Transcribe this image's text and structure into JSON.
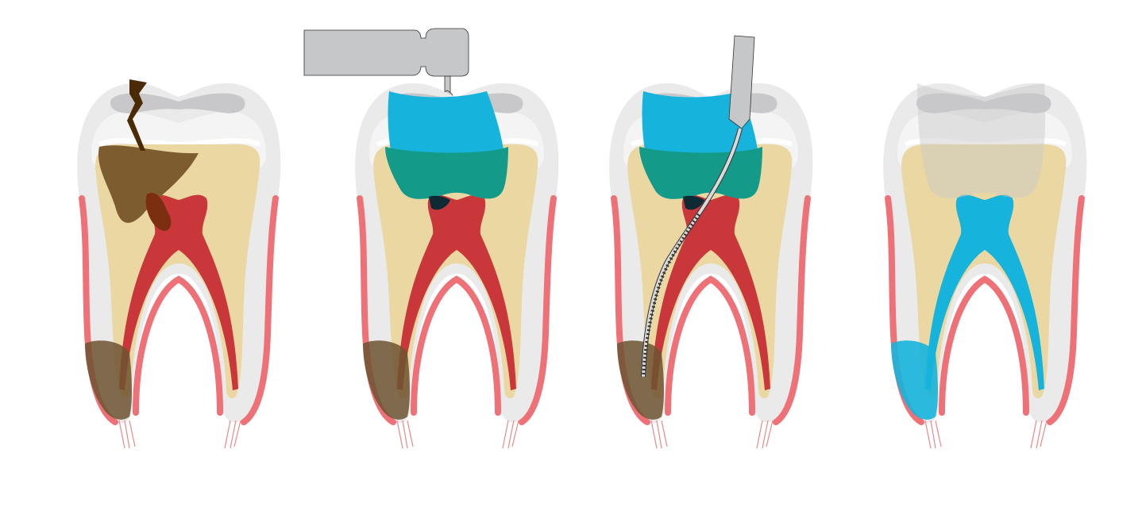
{
  "diagram": {
    "steps": [
      {
        "id": "decayed-tooth"
      },
      {
        "id": "drilling-cavity"
      },
      {
        "id": "cleaning-canal"
      },
      {
        "id": "filled-tooth"
      }
    ],
    "colors": {
      "enamel": "#eaeaea",
      "crown_inner": "#f4f4f4",
      "groove": "#c8c8ca",
      "dentin": "#ead7a1",
      "pulp": "#c9373a",
      "gum": "#ee7177",
      "decay": "#7d5c30",
      "crack": "#4b2a06",
      "filling_blue": "#16b4dc",
      "filling_teal": "#149a88",
      "tool": "#c6c7c9"
    }
  }
}
